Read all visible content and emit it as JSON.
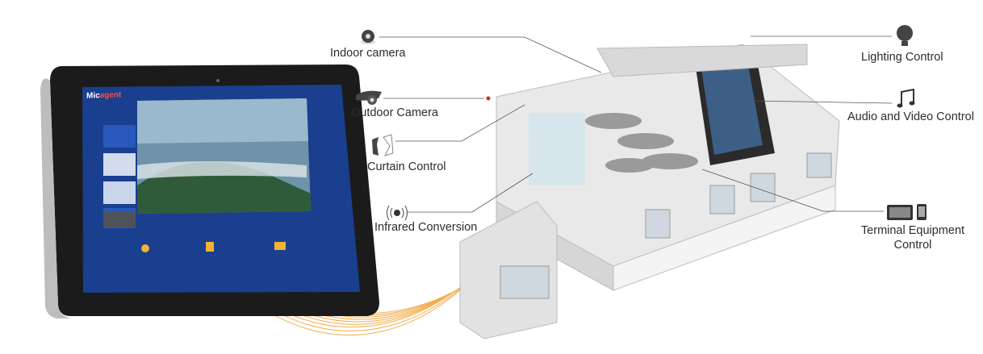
{
  "labels": {
    "indoor_camera": "Indoor camera",
    "outdoor_camera": "Outdoor Camera",
    "curtain_control": "Curtain Control",
    "infrared_conversion": "Infrared Conversion",
    "lighting_control": "Lighting Control",
    "audio_video_control": "Audio and Video Control",
    "terminal_equipment_line1": "Terminal Equipment",
    "terminal_equipment_line2": "Control"
  },
  "tablet": {
    "logo_prefix": "Mic",
    "logo_suffix": "agent"
  },
  "colors": {
    "wire": "#f0a030",
    "leader": "#555555",
    "accent_dot": "#d62828",
    "screen": "#1a3f8f"
  }
}
